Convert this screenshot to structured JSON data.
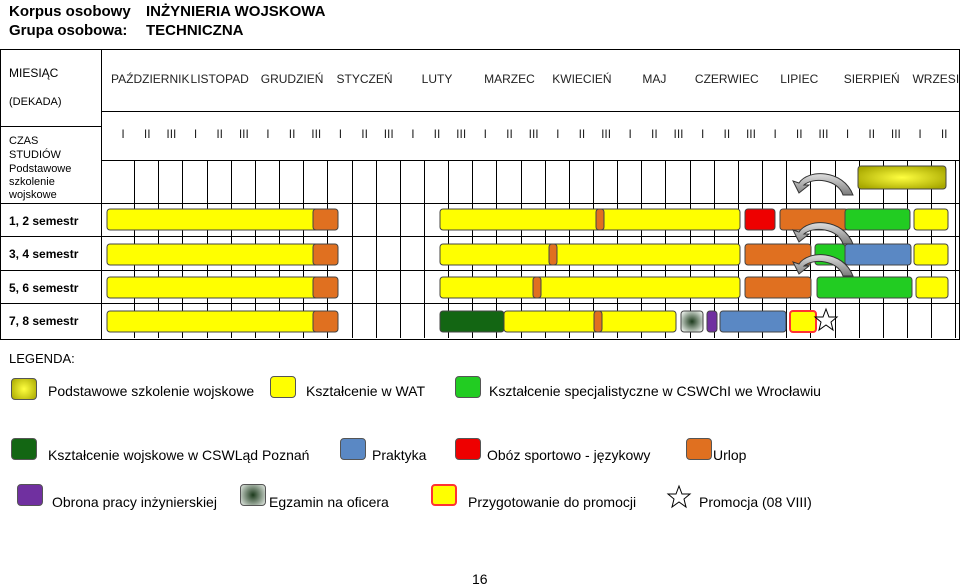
{
  "header": {
    "corps_label": "Korpus osobowy",
    "corps_value": "INŻYNIERIA WOJSKOWA",
    "group_label": "Grupa osobowa:",
    "group_value": "TECHNICZNA"
  },
  "table": {
    "month_label": "MIESIĄC",
    "decade_label": "(DEKADA)",
    "study_time_label": "CZAS STUDIÓW",
    "basic_training_label": "Podstawowe szkolenie wojskowe",
    "months": [
      "PAŹDZIERNIK",
      "LISTOPAD",
      "GRUDZIEŃ",
      "STYCZEŃ",
      "LUTY",
      "MARZEC",
      "KWIECIEŃ",
      "MAJ",
      "CZERWIEC",
      "LIPIEC",
      "SIERPIEŃ",
      "WRZESIEŃ"
    ],
    "decades": [
      "I",
      "II",
      "III"
    ],
    "semesters": [
      "1, 2 semestr",
      "3, 4 semestr",
      "5, 6 semestr",
      "7, 8 semestr"
    ]
  },
  "legend": {
    "title": "LEGENDA:",
    "items": [
      {
        "key": "basic",
        "label": "Podstawowe szkolenie wojskowe",
        "color": "#d4d400"
      },
      {
        "key": "wat",
        "label": "Kształcenie w WAT",
        "color": "#ffff00"
      },
      {
        "key": "spec",
        "label": "Kształcenie specjalistyczne w CSWChI we Wrocławiu",
        "color": "#22cc22"
      },
      {
        "key": "land",
        "label": "Kształcenie wojskowe w CSWLąd Poznań",
        "color": "#136613"
      },
      {
        "key": "practice",
        "label": "Praktyka",
        "color": "#5a88c4"
      },
      {
        "key": "camp",
        "label": "Obóz sportowo - językowy",
        "color": "#ee0000"
      },
      {
        "key": "leave",
        "label": "Urlop",
        "color": "#e07020"
      },
      {
        "key": "defense",
        "label": "Obrona pracy inżynierskiej",
        "color": "#7030a0"
      },
      {
        "key": "exam",
        "label": "Egzamin na oficera",
        "color": "#8a9a8a"
      },
      {
        "key": "promoprep",
        "label": "Przygotowanie do promocji",
        "color": "#ffff00"
      },
      {
        "key": "promo",
        "label": "Promocja (08 VIII)",
        "color": "#ffffff"
      }
    ]
  },
  "page_number": "16"
}
